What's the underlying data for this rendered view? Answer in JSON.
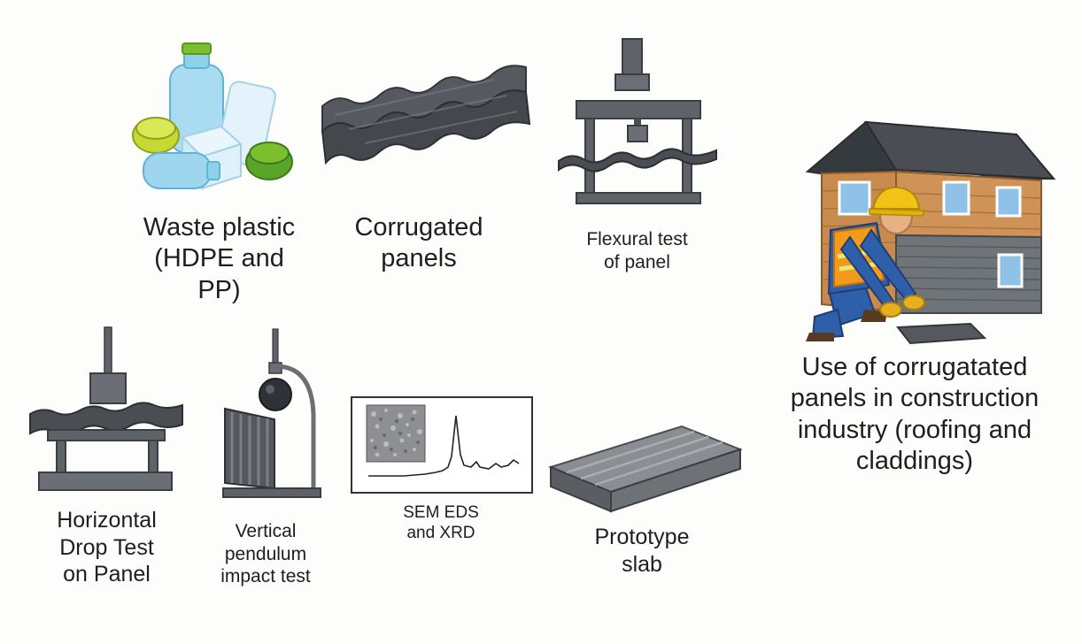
{
  "items": [
    {
      "id": "waste-plastic",
      "lines": [
        "Waste plastic",
        "(HDPE and",
        "PP)"
      ]
    },
    {
      "id": "corrugated-panels",
      "lines": [
        "Corrugated",
        "panels"
      ]
    },
    {
      "id": "flexural-test",
      "lines": [
        "Flexural test",
        "of panel"
      ]
    },
    {
      "id": "construction-use",
      "lines": [
        "Use of corrugatated",
        "panels in construction",
        "industry (roofing and",
        "claddings)"
      ]
    },
    {
      "id": "horizontal-drop-test",
      "lines": [
        "Horizontal",
        "Drop Test",
        "on Panel"
      ]
    },
    {
      "id": "vertical-pendulum-test",
      "lines": [
        "Vertical",
        "pendulum",
        "impact test"
      ]
    },
    {
      "id": "sem-eds-xrd",
      "lines": [
        "SEM EDS",
        "and XRD"
      ]
    },
    {
      "id": "prototype-slab",
      "lines": [
        "Prototype",
        "slab"
      ]
    }
  ],
  "colors": {
    "panel_dark": "#4a4d52",
    "panel_mid": "#6b6f75",
    "steel": "#5f6368",
    "wood": "#c98a4e",
    "roof": "#3f4348",
    "siding": "#6f7479",
    "hardhat": "#f2c316",
    "vest": "#f39a1c",
    "workwear": "#2f5fa8",
    "bottle_blue": "#8fd0ea",
    "cap_green": "#7cbf2e"
  }
}
